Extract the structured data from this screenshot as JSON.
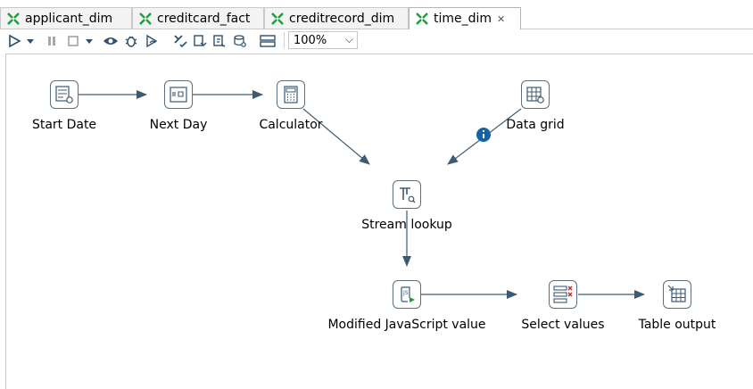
{
  "tabs": [
    {
      "label": "applicant_dim",
      "active": false
    },
    {
      "label": "creditcard_fact",
      "active": false
    },
    {
      "label": "creditrecord_dim",
      "active": false
    },
    {
      "label": "time_dim",
      "active": true
    }
  ],
  "toolbar": {
    "zoom": "100%"
  },
  "steps": {
    "start_date": "Start Date",
    "next_day": "Next Day",
    "calculator": "Calculator",
    "data_grid": "Data grid",
    "stream_lookup": "Stream lookup",
    "modified_js": "Modified JavaScript value",
    "select_values": "Select values",
    "table_output": "Table output"
  },
  "colors": {
    "accent_green": "#1a9e3a",
    "hop": "#3d5a73",
    "node_border": "#5a6f84",
    "info": "#1761a6"
  }
}
